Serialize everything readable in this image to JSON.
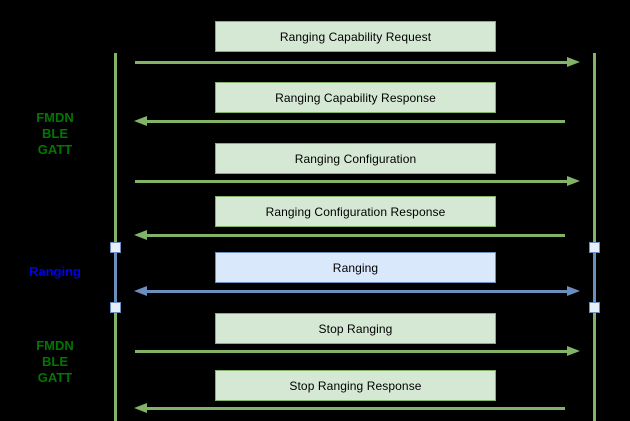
{
  "diagram": {
    "type": "sequence-flow",
    "colors": {
      "background": "#000000",
      "green_stroke": "#82b366",
      "green_fill": "#d5e8d4",
      "blue_stroke": "#6c8ebf",
      "blue_fill": "#dae8fc",
      "marker_fill": "#e6eef9",
      "phase_label_green": "#007700",
      "phase_label_blue": "#0000ee",
      "box_text": "#000000"
    },
    "phases": {
      "fmdn_top": "FMDN\nBLE\nGATT",
      "ranging": "Ranging",
      "fmdn_bottom": "FMDN\nBLE\nGATT"
    },
    "messages": [
      {
        "label": "Ranging Capability Request",
        "direction": "right",
        "channel": "green"
      },
      {
        "label": "Ranging Capability Response",
        "direction": "left",
        "channel": "green"
      },
      {
        "label": "Ranging Configuration",
        "direction": "right",
        "channel": "green"
      },
      {
        "label": "Ranging Configuration Response",
        "direction": "left",
        "channel": "green"
      },
      {
        "label": "Ranging",
        "direction": "both",
        "channel": "blue"
      },
      {
        "label": "Stop Ranging",
        "direction": "right",
        "channel": "green"
      },
      {
        "label": "Stop Ranging Response",
        "direction": "left",
        "channel": "green"
      }
    ]
  }
}
